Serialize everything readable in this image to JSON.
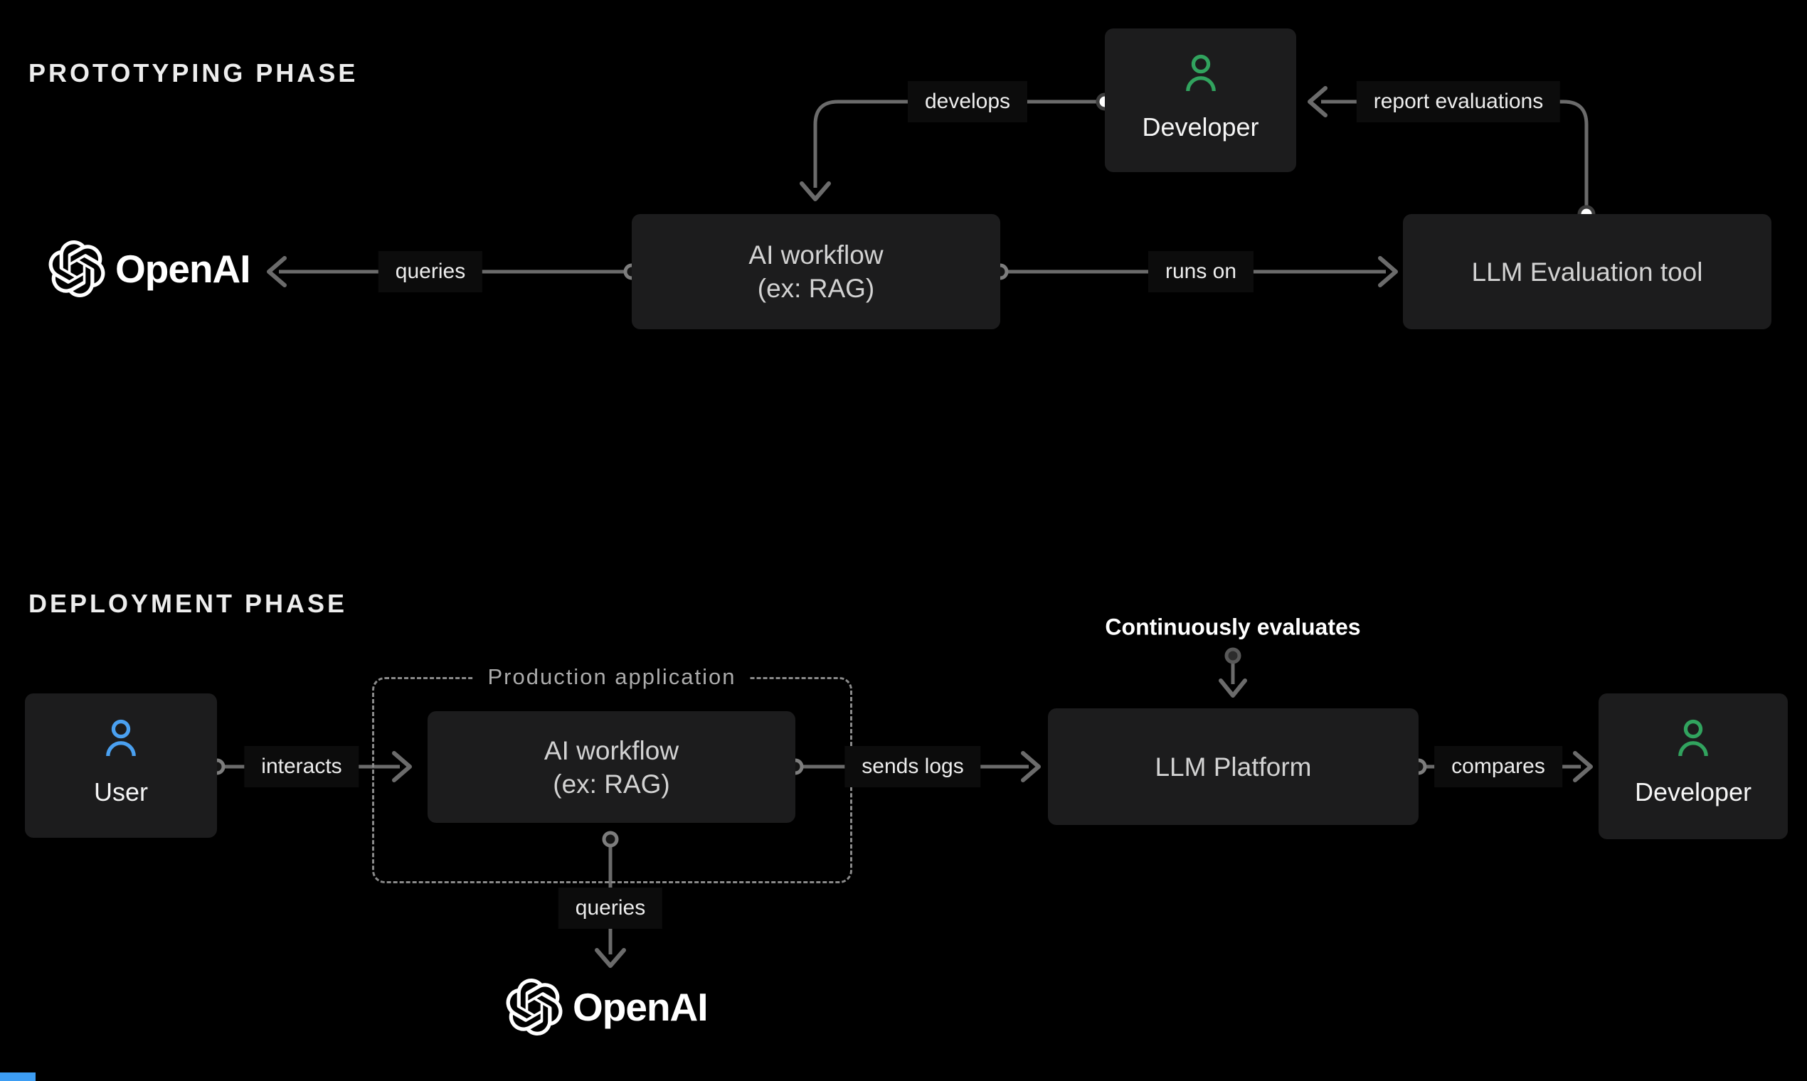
{
  "colors": {
    "background": "#000000",
    "box_bg": "#1c1c1d",
    "box_text": "#d2d2d2",
    "bright_text": "#f5f5f5",
    "line_gray": "#6b6b6b",
    "green_accent": "#31a35e",
    "blue_accent": "#4aa0f0",
    "dashed_border": "#8a8a8a",
    "muted_title": "#ababab",
    "progress_blue": "#3d9df3"
  },
  "prototyping": {
    "title": "PROTOTYPING PHASE",
    "openai": {
      "wordmark": "OpenAI",
      "icon": "openai-logo"
    },
    "ai_workflow": {
      "line1": "AI workflow",
      "line2": "(ex: RAG)"
    },
    "developer": {
      "label": "Developer",
      "icon": "person-icon"
    },
    "llm_eval_tool": {
      "label": "LLM Evaluation tool"
    },
    "edges": {
      "queries": "queries",
      "develops": "develops",
      "runs_on": "runs on",
      "report_evaluations": "report evaluations"
    }
  },
  "deployment": {
    "title": "DEPLOYMENT PHASE",
    "user": {
      "label": "User",
      "icon": "person-icon"
    },
    "production_application": {
      "label": "Production application"
    },
    "ai_workflow": {
      "line1": "AI workflow",
      "line2": "(ex: RAG)"
    },
    "llm_platform": {
      "label": "LLM Platform"
    },
    "developer": {
      "label": "Developer",
      "icon": "person-icon"
    },
    "openai": {
      "wordmark": "OpenAI",
      "icon": "openai-logo"
    },
    "edges": {
      "interacts": "interacts",
      "sends_logs": "sends logs",
      "compares": "compares",
      "queries": "queries",
      "continuously_evaluates": "Continuously evaluates"
    }
  }
}
